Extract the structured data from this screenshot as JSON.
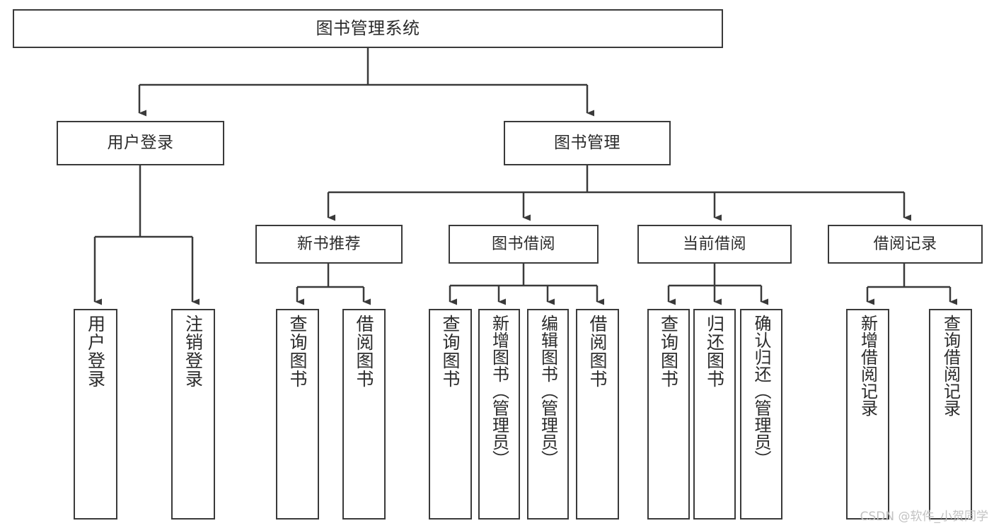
{
  "diagram": {
    "title": "图书管理系统",
    "type": "tree",
    "watermark": "CSDN @软件_小贺同学",
    "colors": {
      "stroke": "#3a3a3a",
      "text": "#2b2b2b",
      "background": "#ffffff",
      "watermark": "#c2c2c2"
    },
    "root": {
      "label": "图书管理系统"
    },
    "tier1": [
      {
        "label": "用户登录"
      },
      {
        "label": "图书管理"
      }
    ],
    "tier2": [
      {
        "label": "新书推荐"
      },
      {
        "label": "图书借阅"
      },
      {
        "label": "当前借阅"
      },
      {
        "label": "借阅记录"
      }
    ],
    "leaves": {
      "user_login": [
        {
          "label": "用户登录"
        },
        {
          "label": "注销登录"
        }
      ],
      "new_book": [
        {
          "label": "查询图书"
        },
        {
          "label": "借阅图书"
        }
      ],
      "borrow_book": [
        {
          "label": "查询图书"
        },
        {
          "label": "新增图书（管理员）"
        },
        {
          "label": "编辑图书（管理员）"
        },
        {
          "label": "借阅图书"
        }
      ],
      "current_borrow": [
        {
          "label": "查询图书"
        },
        {
          "label": "归还图书"
        },
        {
          "label": "确认归还（管理员）"
        }
      ],
      "borrow_record": [
        {
          "label": "新增借阅记录"
        },
        {
          "label": "查询借阅记录"
        }
      ]
    }
  }
}
